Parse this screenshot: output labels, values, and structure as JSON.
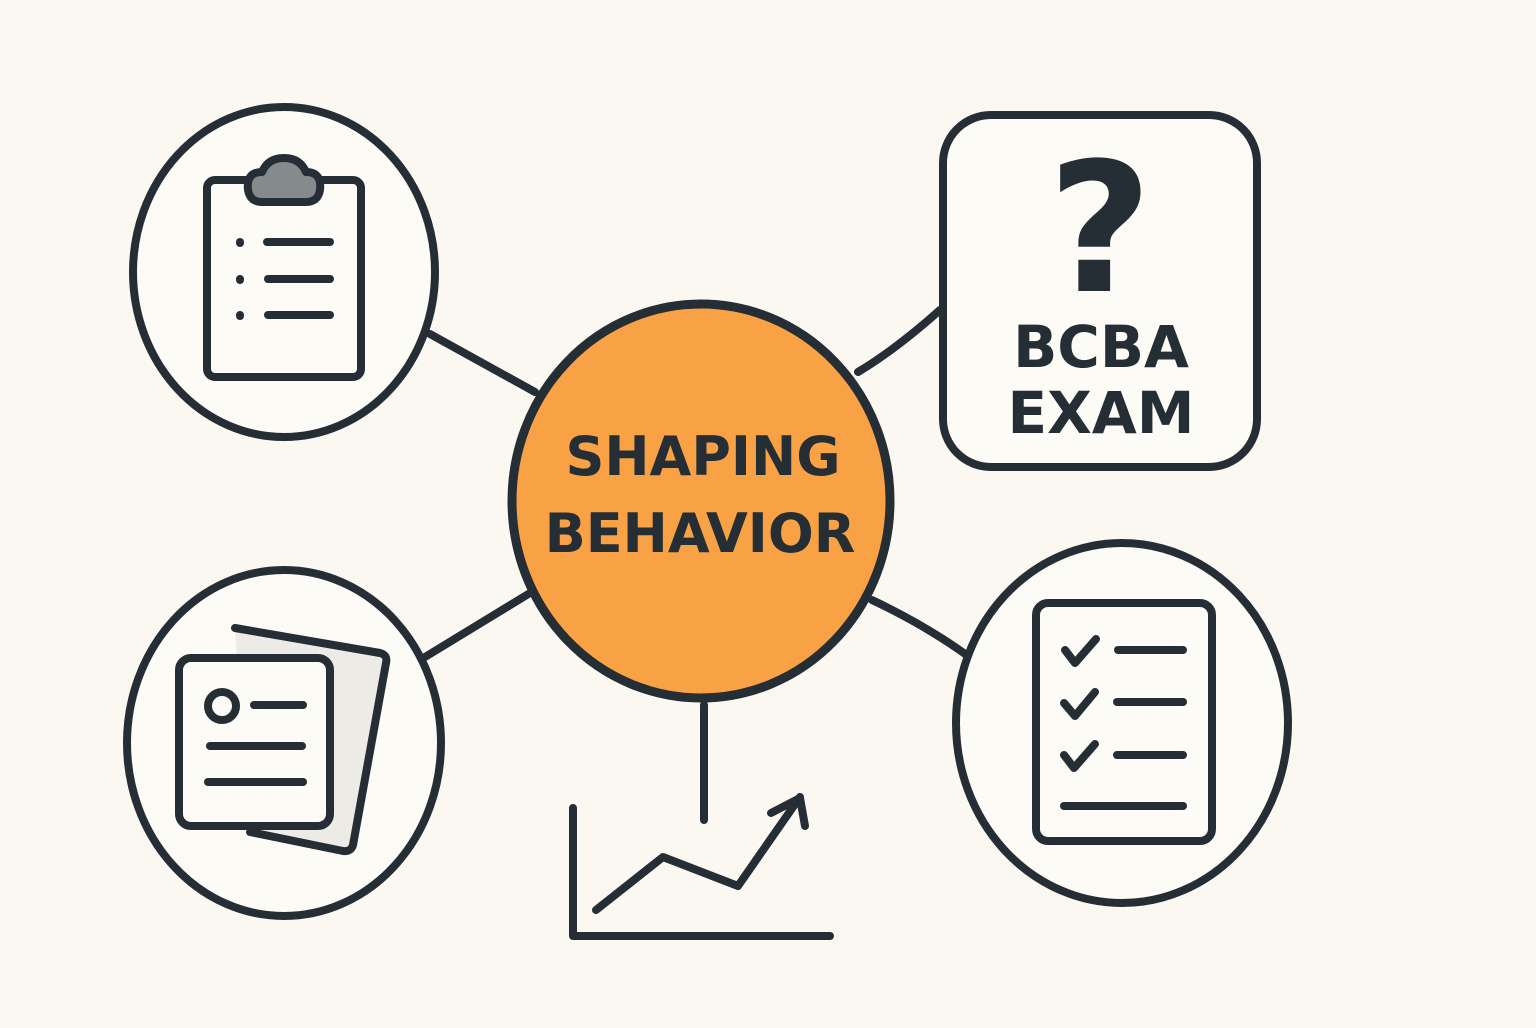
{
  "colors": {
    "background": "#fbf8f2",
    "ink": "#252d35",
    "center_fill": "#f9a245",
    "node_fill": "#fdfbf6",
    "clip_gray": "#858a8c",
    "paper_shade": "#edebe6"
  },
  "center": {
    "line1": "SHAPING",
    "line2": "BEHAVIOR"
  },
  "nodes": {
    "top_left": {
      "icon": "clipboard-list-icon"
    },
    "top_right": {
      "icon": "question-mark-icon",
      "question": "?",
      "line1": "BCBA",
      "line2": "EXAM"
    },
    "bottom_left": {
      "icon": "documents-icon"
    },
    "bottom_right": {
      "icon": "checklist-icon"
    },
    "bottom_center": {
      "icon": "trending-up-chart-icon"
    }
  }
}
